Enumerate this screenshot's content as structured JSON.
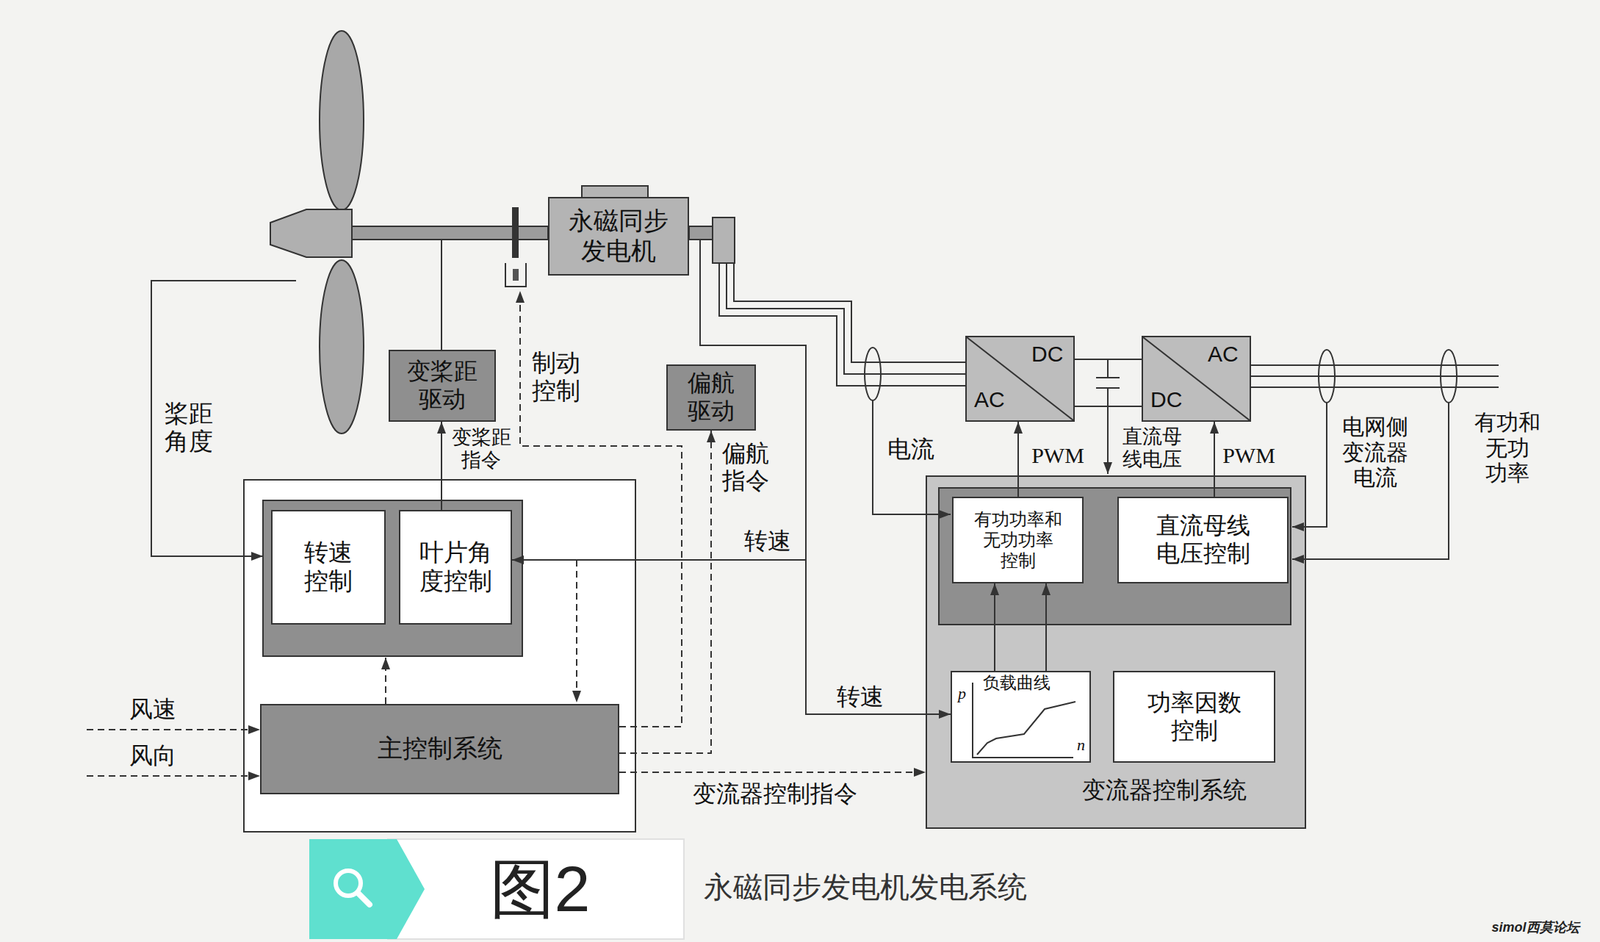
{
  "diagram": {
    "caption": "永磁同步发电机发电系统",
    "nodes": [
      {
        "text": [
          "永磁同步 发电机"
        ]
      },
      {
        "text": [
          "变桨距 驱动"
        ]
      },
      {
        "text": [
          "偏航 驱动"
        ]
      },
      {
        "text": [
          "DC",
          "AC"
        ]
      },
      {
        "text": [
          "AC",
          "DC"
        ]
      },
      {
        "text": [
          "转速 控制"
        ]
      },
      {
        "text": [
          "叶片角 度控制"
        ]
      },
      {
        "text": [
          "主控制系统"
        ]
      },
      {
        "text": [
          "变流器控制系统"
        ]
      },
      {
        "text": [
          "有功功率和 无功功率 控制"
        ],
        "in": 8
      },
      {
        "text": [
          "直流母线 电压控制"
        ],
        "in": 8
      },
      {
        "text": [
          "负载曲线",
          "p",
          "n"
        ],
        "in": 8
      },
      {
        "text": [
          "功率因数 控制"
        ],
        "in": 8
      }
    ],
    "edges": [
      {
        "from": 6,
        "to": 1,
        "label": "变桨距 指令",
        "arrow": "to"
      },
      {
        "from": 7,
        "to": 2,
        "label": "偏航 指令",
        "arrow": "to"
      },
      {
        "from": 7,
        "to": 8,
        "label": "变流器控制指令",
        "arrow": "to"
      },
      {
        "from": 9,
        "to": 3,
        "label": "PWM",
        "arrow": "to"
      },
      {
        "from": 10,
        "to": 4,
        "label": "PWM",
        "arrow": "to"
      },
      {
        "from": 11,
        "to": 9,
        "arrow": "to"
      },
      {
        "from": 11,
        "to": 9,
        "arrow": "to"
      },
      {
        "from": 3,
        "to": 4,
        "arrow": "none"
      }
    ],
    "labels": [
      "桨距 角度",
      "制动 控制",
      "转速",
      "转速",
      "电流",
      "直流母 线电压",
      "电网侧 变流器 电流",
      "有功和 无功 功率",
      "风速",
      "风向",
      "图2",
      "simol西莫论坛"
    ]
  }
}
